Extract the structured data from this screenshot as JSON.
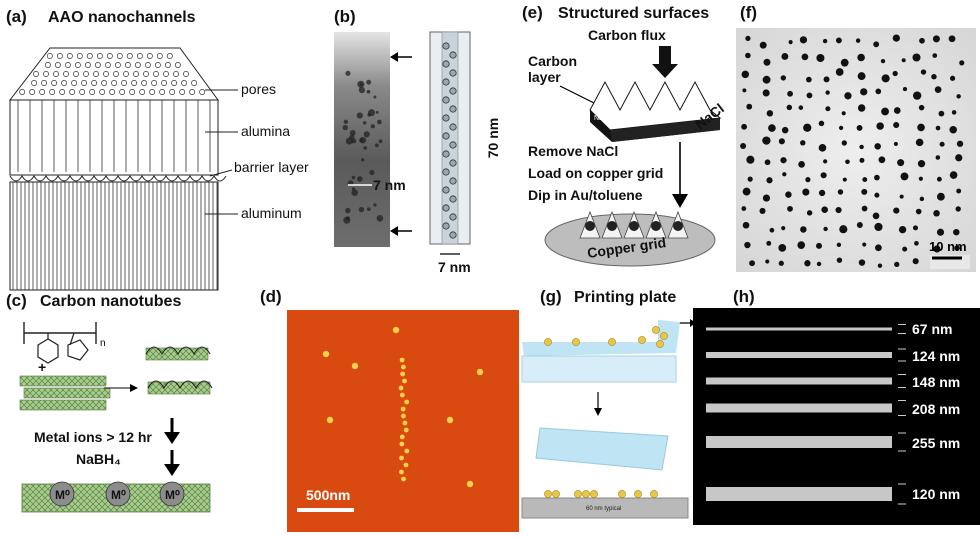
{
  "panels": {
    "a": {
      "label": "(a)",
      "title": "AAO nanochannels",
      "callouts": [
        "pores",
        "alumina",
        "barrier layer",
        "aluminum"
      ]
    },
    "b": {
      "label": "(b)",
      "width_label": "7 nm",
      "height_label": "70 nm",
      "bottom_label": "7 nm"
    },
    "c": {
      "label": "(c)",
      "title": "Carbon nanotubes",
      "plus": "+",
      "subscript_n": "n",
      "step1": "Metal ions > 12 hr",
      "step2": "NaBH₄",
      "metal": "M⁰"
    },
    "d": {
      "label": "(d)",
      "scalebar": "500nm"
    },
    "e": {
      "label": "(e)",
      "title": "Structured surfaces",
      "carbon_flux": "Carbon flux",
      "carbon_layer_1": "Carbon",
      "carbon_layer_2": "layer",
      "nacl": "NaCl",
      "nacl_small": "NaCl",
      "steps": [
        "Remove NaCl",
        "Load on copper grid",
        "Dip in Au/toluene"
      ],
      "copper_grid": "Copper grid"
    },
    "f": {
      "label": "(f)",
      "scalebar": "10 nm"
    },
    "g": {
      "label": "(g)",
      "title": "Printing plate",
      "note": "60 nm typical"
    },
    "h": {
      "label": "(h)",
      "widths": [
        "67 nm",
        "124 nm",
        "148 nm",
        "208 nm",
        "255 nm",
        "120 nm"
      ]
    }
  },
  "colors": {
    "afm_bg": "#d84a10",
    "afm_dot": "#ffd24a",
    "plate_blue": "#bfe4f3",
    "gold": "#e8c64a",
    "tube_green": "#a6cc8c"
  }
}
